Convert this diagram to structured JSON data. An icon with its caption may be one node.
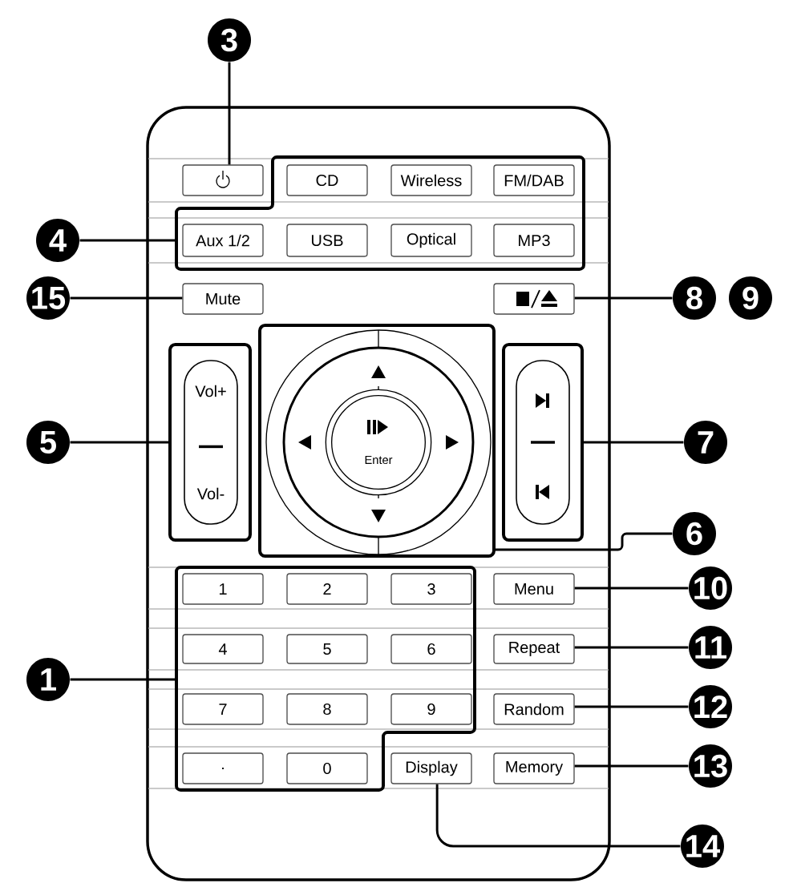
{
  "diagram": {
    "nodes": [
      {
        "text": [
          "3"
        ]
      },
      {
        "text": [],
        "shape": "box"
      },
      {
        "text": [],
        "shape": "box"
      },
      {
        "text": [
          "CD"
        ],
        "in": 1
      },
      {
        "text": [
          "Wireless"
        ],
        "in": 1
      },
      {
        "text": [
          "FM/DAB"
        ],
        "in": 1
      },
      {
        "text": [
          "4"
        ]
      },
      {
        "text": [
          "Aux 1/2"
        ],
        "in": 1
      },
      {
        "text": [
          "USB"
        ],
        "in": 1
      },
      {
        "text": [
          "Optical"
        ],
        "in": 1
      },
      {
        "text": [
          "MP3"
        ],
        "in": 1
      },
      {
        "text": [
          "15"
        ]
      },
      {
        "text": [
          "Mute"
        ]
      },
      {
        "text": [],
        "shape": "box"
      },
      {
        "text": [
          "8"
        ]
      },
      {
        "text": [
          "9"
        ]
      },
      {
        "text": [],
        "shape": "box"
      },
      {
        "text": [
          "Vol+",
          "Vol-"
        ],
        "in": 16
      },
      {
        "text": [],
        "shape": "box"
      },
      {
        "text": [
          "Enter"
        ],
        "in": 18
      },
      {
        "text": [],
        "shape": "box"
      },
      {
        "text": [
          "5"
        ]
      },
      {
        "text": [
          "7"
        ]
      },
      {
        "text": [
          "6"
        ]
      },
      {
        "text": [],
        "shape": "box"
      },
      {
        "text": [
          "1"
        ],
        "in": 24
      },
      {
        "text": [
          "2"
        ],
        "in": 24
      },
      {
        "text": [
          "3"
        ],
        "in": 24
      },
      {
        "text": [
          "Menu"
        ]
      },
      {
        "text": [
          "10"
        ]
      },
      {
        "text": [
          "4"
        ],
        "in": 24
      },
      {
        "text": [
          "5"
        ],
        "in": 24
      },
      {
        "text": [
          "6"
        ],
        "in": 24
      },
      {
        "text": [
          "Repeat"
        ]
      },
      {
        "text": [
          "11"
        ]
      },
      {
        "text": [
          "1"
        ]
      },
      {
        "text": [
          "7"
        ],
        "in": 24
      },
      {
        "text": [
          "8"
        ],
        "in": 24
      },
      {
        "text": [
          "9"
        ],
        "in": 24
      },
      {
        "text": [
          "Random"
        ]
      },
      {
        "text": [
          "12"
        ]
      },
      {
        "text": [
          "."
        ],
        "in": 24
      },
      {
        "text": [
          "0"
        ],
        "in": 24
      },
      {
        "text": [
          "Display"
        ]
      },
      {
        "text": [
          "Memory"
        ]
      },
      {
        "text": [
          "13"
        ]
      },
      {
        "text": [
          "14"
        ]
      }
    ],
    "edges": [
      {
        "from": 0,
        "to": 2,
        "arrow": "none"
      },
      {
        "from": 6,
        "to": 1,
        "arrow": "none"
      },
      {
        "from": 11,
        "to": 12,
        "arrow": "none"
      },
      {
        "from": 14,
        "to": 13,
        "arrow": "none"
      },
      {
        "from": 21,
        "to": 16,
        "arrow": "none"
      },
      {
        "from": 22,
        "to": 20,
        "arrow": "none"
      },
      {
        "from": 23,
        "to": 18,
        "arrow": "none"
      },
      {
        "from": 29,
        "to": 28,
        "arrow": "none"
      },
      {
        "from": 34,
        "to": 33,
        "arrow": "none"
      },
      {
        "from": 40,
        "to": 39,
        "arrow": "none"
      },
      {
        "from": 45,
        "to": 44,
        "arrow": "none"
      },
      {
        "from": 46,
        "to": 43,
        "arrow": "none"
      },
      {
        "from": 35,
        "to": 24,
        "arrow": "none"
      }
    ]
  }
}
